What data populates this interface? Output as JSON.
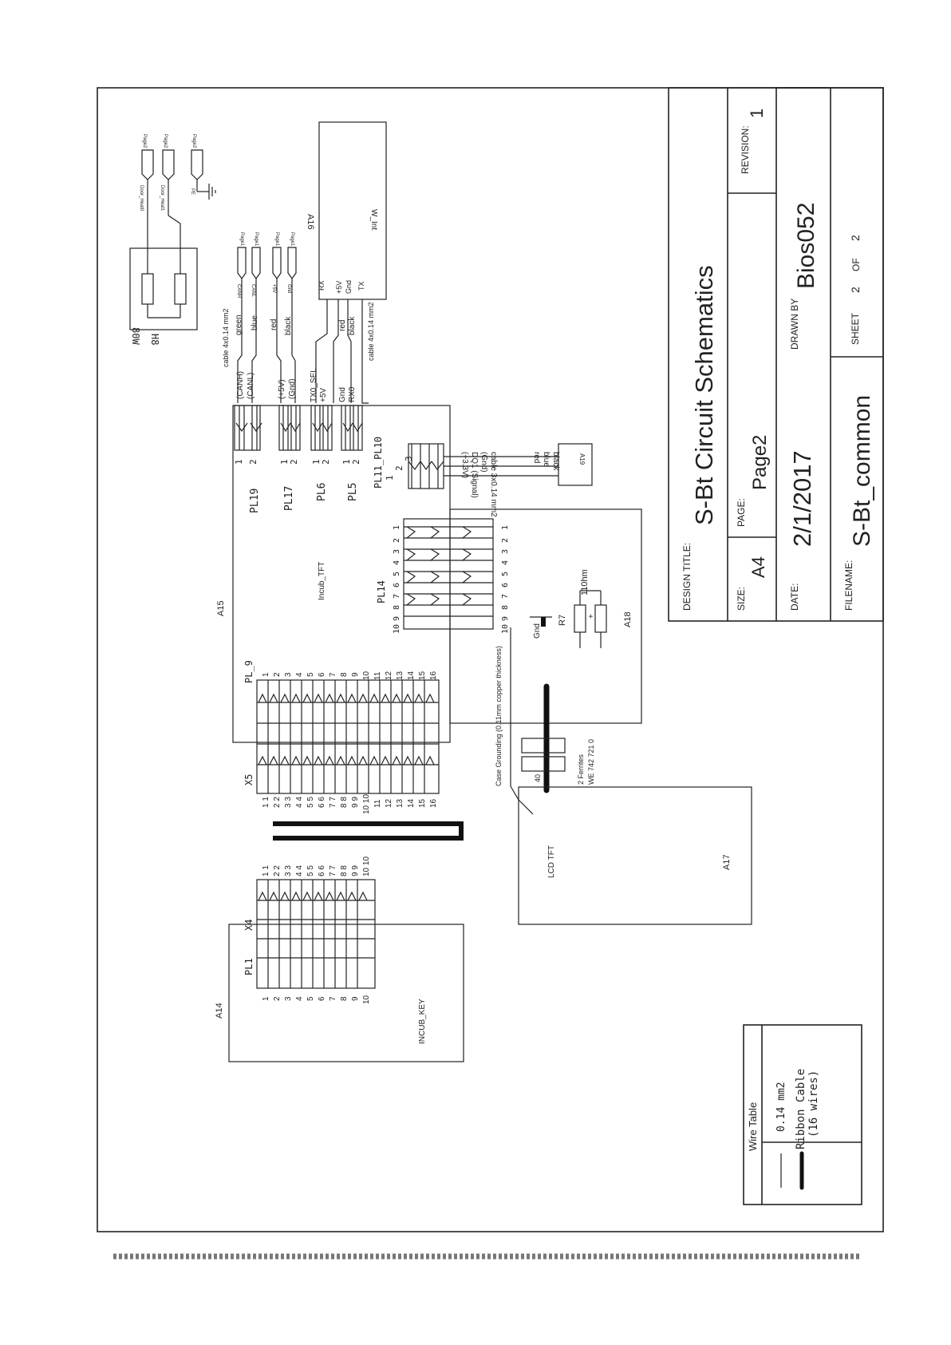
{
  "title_block": {
    "design_title_label": "DESIGN TITLE:",
    "design_title": "S-Bt Circuit Schematics",
    "revision_label": "REVISION:",
    "revision": "1",
    "size_label": "SIZE:",
    "size": "A4",
    "page_label": "PAGE:",
    "page": "Page2",
    "drawn_by_label": "DRAWN BY",
    "drawn_by": "Bios052",
    "date_label": "DATE:",
    "date": "2/1/2017",
    "sheet_label": "SHEET",
    "sheet": "2",
    "sheet_of": "OF",
    "sheet_total": "2",
    "filename_label": "FILENAME:",
    "filename": "S-Bt_common"
  },
  "wire_table": {
    "title": "Wire Table",
    "thin_label": "0.14 mm2",
    "thick_label_1": "Ribbon Cable",
    "thick_label_2": "(16 wires)"
  },
  "modules": {
    "a14": {
      "ref": "A14",
      "name": "INCUB_KEY",
      "connector": "PL1"
    },
    "a15": {
      "ref": "A15",
      "name": "Incub_TFT"
    },
    "a16": {
      "ref": "A16",
      "name": "W_Int"
    },
    "a17": {
      "ref": "A17",
      "name": "LCD TFT"
    },
    "a18": {
      "ref": "A18"
    },
    "a19": {
      "ref": "A19"
    },
    "h8": {
      "ref": "H8",
      "name": "80W"
    },
    "x4": "X4",
    "x5": "X5"
  },
  "connectors": {
    "pl19": "PL19",
    "pl17": "PL17",
    "pl6": "PL6",
    "pl5": "PL5",
    "pl11": "PL11_PL10",
    "pl14": "PL14",
    "pl9": "PL_9"
  },
  "signals": {
    "canh": "(CANH)",
    "canl": "(CANL)",
    "p5v": "(+5V)",
    "gnd": "(Gnd)",
    "tx0sel": "TX0_SEL",
    "plus5v": "+5V",
    "gnd2": "Gnd",
    "rx0": "RX0",
    "a16_rx": "RX",
    "a16_5v": "+5V",
    "a16_gnd": "Gnd",
    "a16_tx": "TX"
  },
  "cables": {
    "cable1": "cable  4x0.14 mm2",
    "green": "green",
    "blue": "blue",
    "red": "red",
    "black": "black",
    "cable2": "cable 4x0.14 mm2",
    "red2": "red",
    "black2": "black",
    "cable3": "cable  3x0.14 mm2",
    "a19_red": "red",
    "a19_blue": "blue",
    "a19_black": "black",
    "a19_33v": "(+3.3V)",
    "a19_dq1": "DQ1 (Signal)",
    "a19_gnd": "(Gnd)"
  },
  "page_refs": {
    "ref": "Page2",
    "ref1": "Page1",
    "door0": "Door_Heat0",
    "door1": "Door_Heat1",
    "pe": "PE",
    "canh_small": "CANH",
    "canl_small": "CANL",
    "p5v_small": "+5V",
    "gnd_small": "Gnd"
  },
  "misc": {
    "case_grounding": "Case Grounding (0.11mm copper thickness)",
    "gnd": "Gnd",
    "r7": "R7",
    "r7_val": "110hm",
    "ferrites": "2 Ferrites",
    "ferrite_part": "WE 742 721 0",
    "forty": "40",
    "plus": "+"
  }
}
